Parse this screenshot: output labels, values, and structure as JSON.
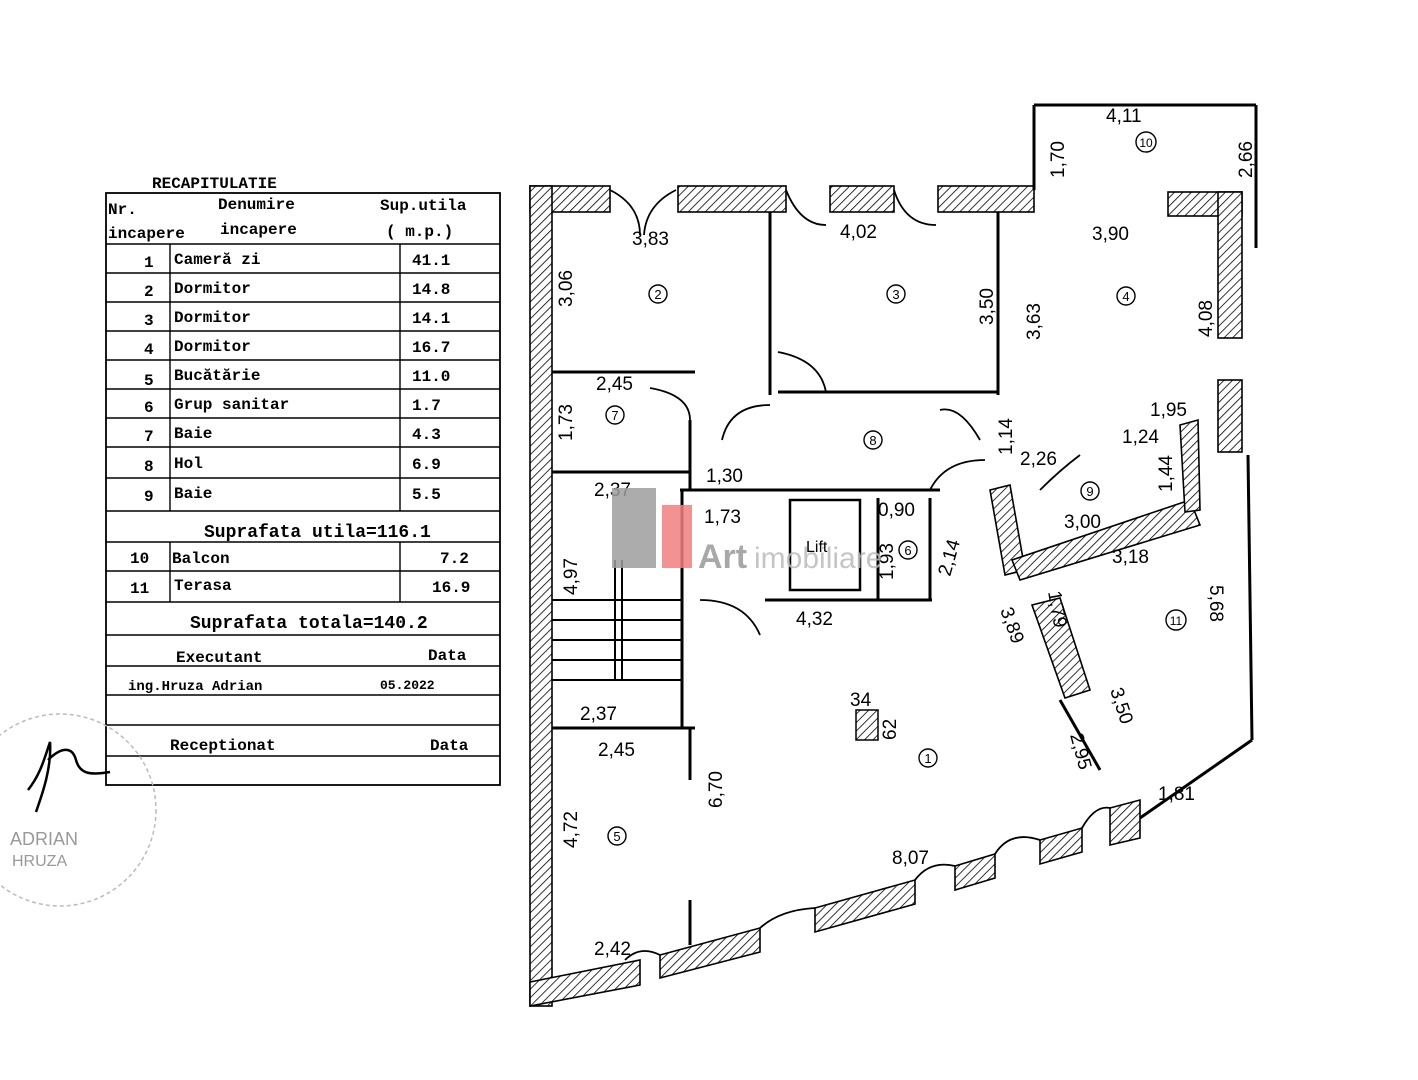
{
  "table": {
    "title": "RECAPITULATIE",
    "headers": {
      "nr_line1": "Nr.",
      "nr_line2": "incapere",
      "name_line1": "Denumire",
      "name_line2": "incapere",
      "area_line1": "Sup.utila",
      "area_line2": "( m.p.)"
    },
    "rooms": [
      {
        "nr": "1",
        "name": "Cameră  zi",
        "area": "41.1"
      },
      {
        "nr": "2",
        "name": "Dormitor",
        "area": "14.8"
      },
      {
        "nr": "3",
        "name": "Dormitor",
        "area": "14.1"
      },
      {
        "nr": "4",
        "name": "Dormitor",
        "area": "16.7"
      },
      {
        "nr": "5",
        "name": "Bucătărie",
        "area": "11.0"
      },
      {
        "nr": "6",
        "name": "Grup  sanitar",
        "area": "1.7"
      },
      {
        "nr": "7",
        "name": "Baie",
        "area": "4.3"
      },
      {
        "nr": "8",
        "name": "Hol",
        "area": "6.9"
      },
      {
        "nr": "9",
        "name": "Baie",
        "area": "5.5"
      }
    ],
    "useful_total": "Suprafata  utila=116.1",
    "extras": [
      {
        "nr": "10",
        "name": "Balcon",
        "area": "7.2"
      },
      {
        "nr": "11",
        "name": "Terasa",
        "area": "16.9"
      }
    ],
    "grand_total": "Suprafata  totala=140.2",
    "executant_label": "Executant",
    "data_label": "Data",
    "executant_name": "ing.Hruza   Adrian",
    "executant_date": "05.2022",
    "receptionat_label": "Receptionat",
    "receptionat_data_label": "Data"
  },
  "stamp": {
    "line1": "ADRIAN",
    "line2": "HRUZA"
  },
  "watermark": {
    "brand": "Art",
    "suffix": "imobiliare",
    "gray": "#9e9e9e",
    "pink": "#f08080"
  },
  "plan": {
    "room_markers": [
      "1",
      "2",
      "3",
      "4",
      "5",
      "6",
      "7",
      "8",
      "9",
      "10",
      "11"
    ],
    "lift_label": "Lift",
    "dimensions": [
      "4,11",
      "1,70",
      "2,66",
      "3,83",
      "4,02",
      "3,90",
      "3,06",
      "3,50",
      "3,63",
      "4,08",
      "2,45",
      "1,73",
      "1,95",
      "1,14",
      "1,24",
      "2,26",
      "1,44",
      "1,30",
      "2,37",
      "1,73",
      "0,90",
      "1,93",
      "2,14",
      "3,00",
      "3,18",
      "4,97",
      "4,32",
      "3,89",
      "1,79",
      "5,68",
      "3,50",
      "2,37",
      "2,45",
      "6,70",
      "2,95",
      "4,72",
      "8,07",
      "1,81",
      "2,42",
      "34",
      "62"
    ]
  }
}
